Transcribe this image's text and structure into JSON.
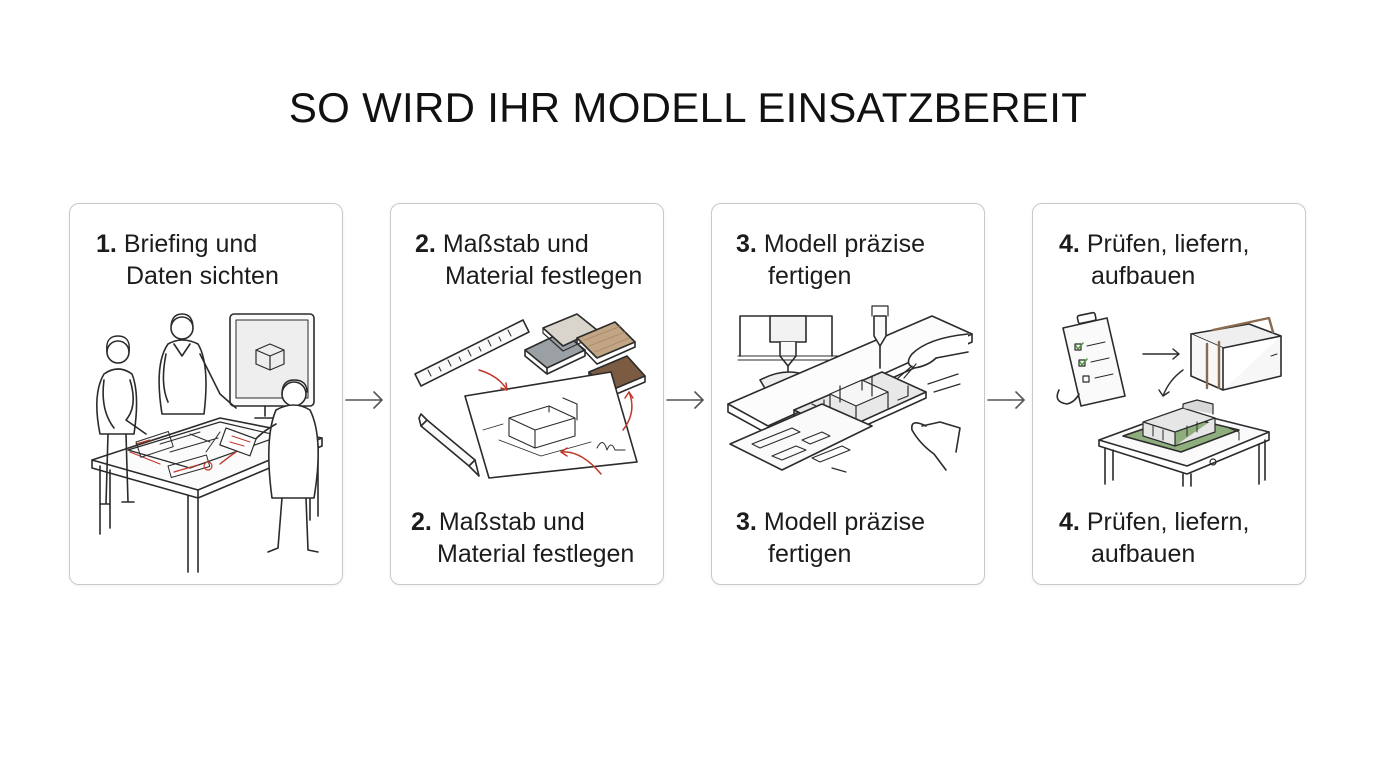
{
  "title": "SO WIRD IHR MODELL EINSATZBEREIT",
  "steps": [
    {
      "number": "1.",
      "top_line1": "Briefing und",
      "top_line2": "Daten sichten",
      "illustration": "team-reviewing-plans-at-table-with-monitor"
    },
    {
      "number": "2.",
      "top_line1": "Maßstab und",
      "top_line2": "Material festlegen",
      "bottom_line1": "Maßstab und",
      "bottom_line2": "Material festlegen",
      "illustration": "ruler-material-samples-sketch-pen"
    },
    {
      "number": "3.",
      "top_line1": "Modell präzise",
      "top_line2": "fertigen",
      "bottom_line1": "Modell präzise",
      "bottom_line2": "fertigen",
      "illustration": "cnc-milling-and-model-assembly"
    },
    {
      "number": "4.",
      "top_line1": "Prüfen, liefern,",
      "top_line2": "aufbauen",
      "bottom_line1": "Prüfen, liefern,",
      "bottom_line2": "aufbauen",
      "illustration": "checklist-box-model-on-table"
    }
  ],
  "colors": {
    "line": "#2b2b2b",
    "accent_red": "#c0392b",
    "border": "#c9c9c9",
    "wood": "#8a6a4e",
    "green": "#8fae7e"
  }
}
